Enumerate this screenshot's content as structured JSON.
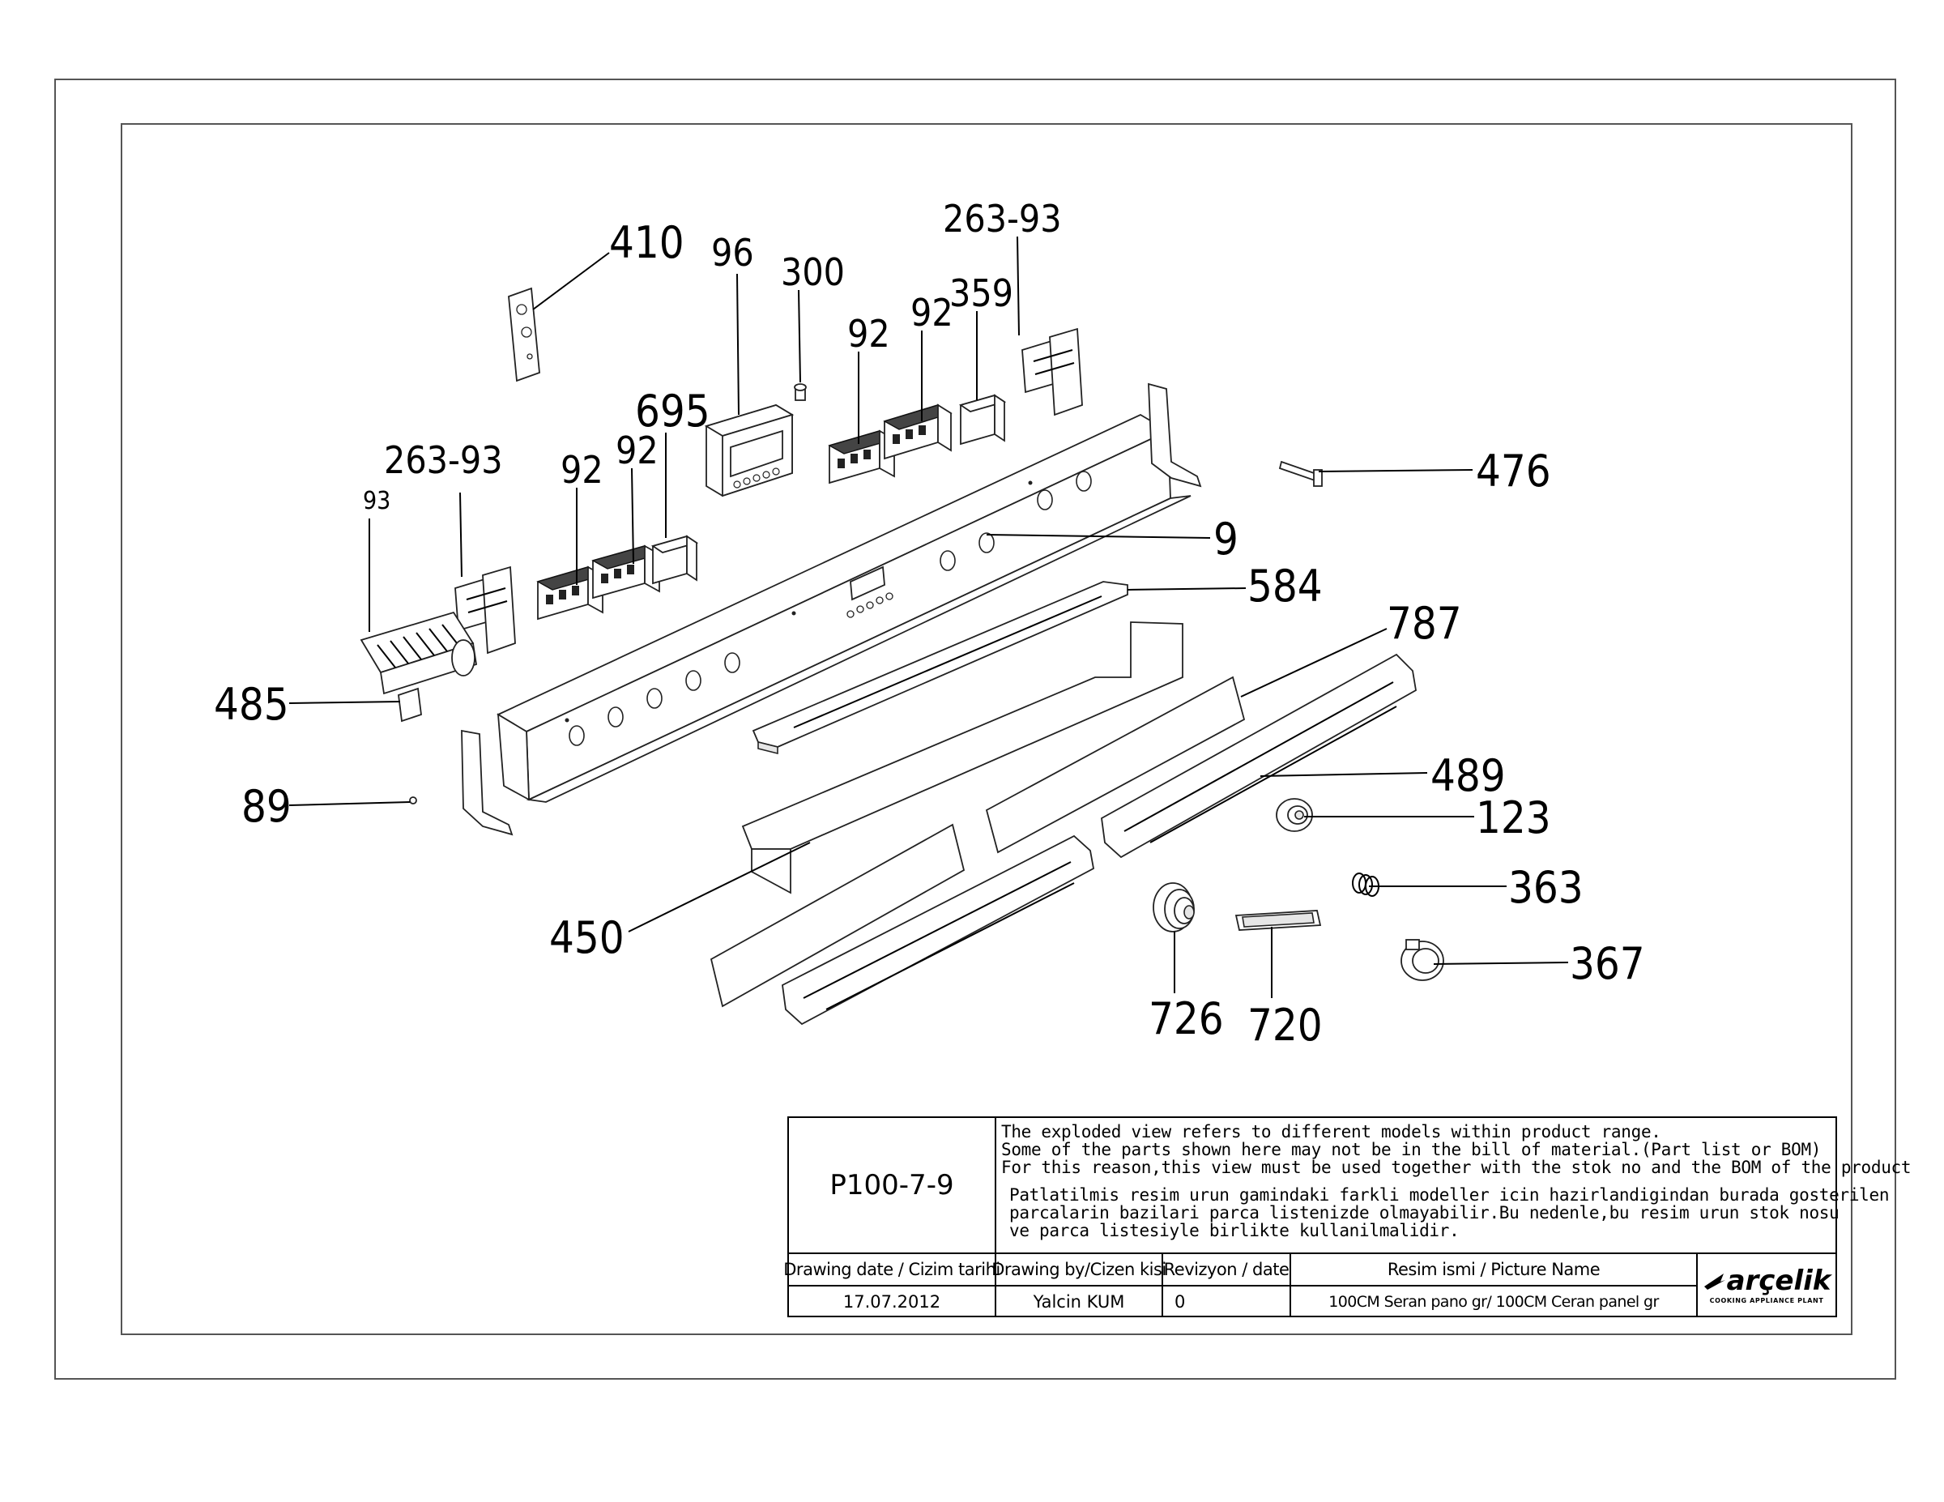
{
  "callouts": {
    "p410": "410",
    "p96": "96",
    "p300": "300",
    "p263_93_top": "263-93",
    "p92_a": "92",
    "p92_b": "92",
    "p359": "359",
    "p695": "695",
    "p263_93_left": "263-93",
    "p93": "93",
    "p92_c": "92",
    "p92_d": "92",
    "p476": "476",
    "p9": "9",
    "p584": "584",
    "p787": "787",
    "p485": "485",
    "p489": "489",
    "p89": "89",
    "p123": "123",
    "p363": "363",
    "p450": "450",
    "p367": "367",
    "p726": "726",
    "p720": "720"
  },
  "title_block": {
    "drawing_code": "P100-7-9",
    "notes_en": [
      "The exploded view refers to different models within product range.",
      "Some of the parts shown here may not be in the bill of material.(Part list or BOM)",
      "For this reason,this view must be used together with the stok no and the BOM of the product"
    ],
    "notes_tr": [
      "Patlatilmis resim urun gamindaki farkli modeller icin hazirlandigindan burada gosterilen",
      "parcalarin bazilari parca listenizde olmayabilir.Bu nedenle,bu resim urun stok nosu",
      "ve parca listesiyle birlikte kullanilmalidir."
    ],
    "headers": {
      "drawing_date": "Drawing date / Cizim tarihi",
      "drawn_by": "Drawing by/Cizen kisi",
      "revision": "Revizyon / date",
      "picture_name": "Resim ismi / Picture Name"
    },
    "values": {
      "drawing_date": "17.07.2012",
      "drawn_by": "Yalcin KUM",
      "revision": "0",
      "picture_name": "100CM Seran pano gr/ 100CM Ceran panel gr"
    },
    "logo": {
      "wordmark": "arçelik",
      "subline": "COOKING APPLIANCE PLANT"
    }
  }
}
